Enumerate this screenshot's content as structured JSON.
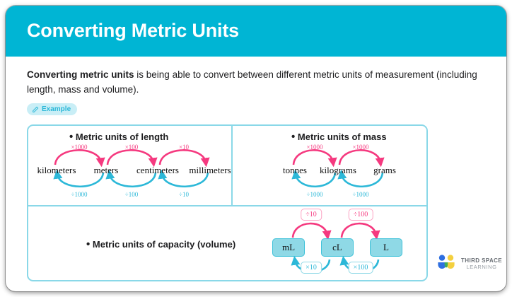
{
  "header": {
    "title": "Converting Metric Units",
    "bg_color": "#00b5d4"
  },
  "intro": {
    "bold_lead": "Converting metric units",
    "rest": " is being able to convert between different metric units of measurement (including length, mass and volume)."
  },
  "badge": {
    "label": "Example",
    "icon": "pencil-icon",
    "bg_color": "#c9eef6",
    "text_color": "#2cb8d8"
  },
  "colors": {
    "multiply_arrow": "#f5397f",
    "divide_arrow": "#2cb8d8",
    "panel_border": "#8ad8e8",
    "box_fill": "#8fd9e6"
  },
  "sections": {
    "length": {
      "title": "Metric units of length",
      "units": [
        "kilometers",
        "meters",
        "centimeters",
        "millimeters"
      ],
      "multiply_labels": [
        "×1000",
        "×100",
        "×10"
      ],
      "divide_labels": [
        "÷1000",
        "÷100",
        "÷10"
      ]
    },
    "mass": {
      "title": "Metric units of mass",
      "units": [
        "tonnes",
        "kilograms",
        "grams"
      ],
      "multiply_labels": [
        "×1000",
        "×1000"
      ],
      "divide_labels": [
        "÷1000",
        "÷1000"
      ]
    },
    "capacity": {
      "title": "Metric units of capacity (volume)",
      "units": [
        "mL",
        "cL",
        "L"
      ],
      "top_labels": [
        "÷10",
        "÷100"
      ],
      "bottom_labels": [
        "×10",
        "×100"
      ]
    }
  },
  "logo": {
    "line1": "THIRD SPACE",
    "line2": "LEARNING"
  }
}
